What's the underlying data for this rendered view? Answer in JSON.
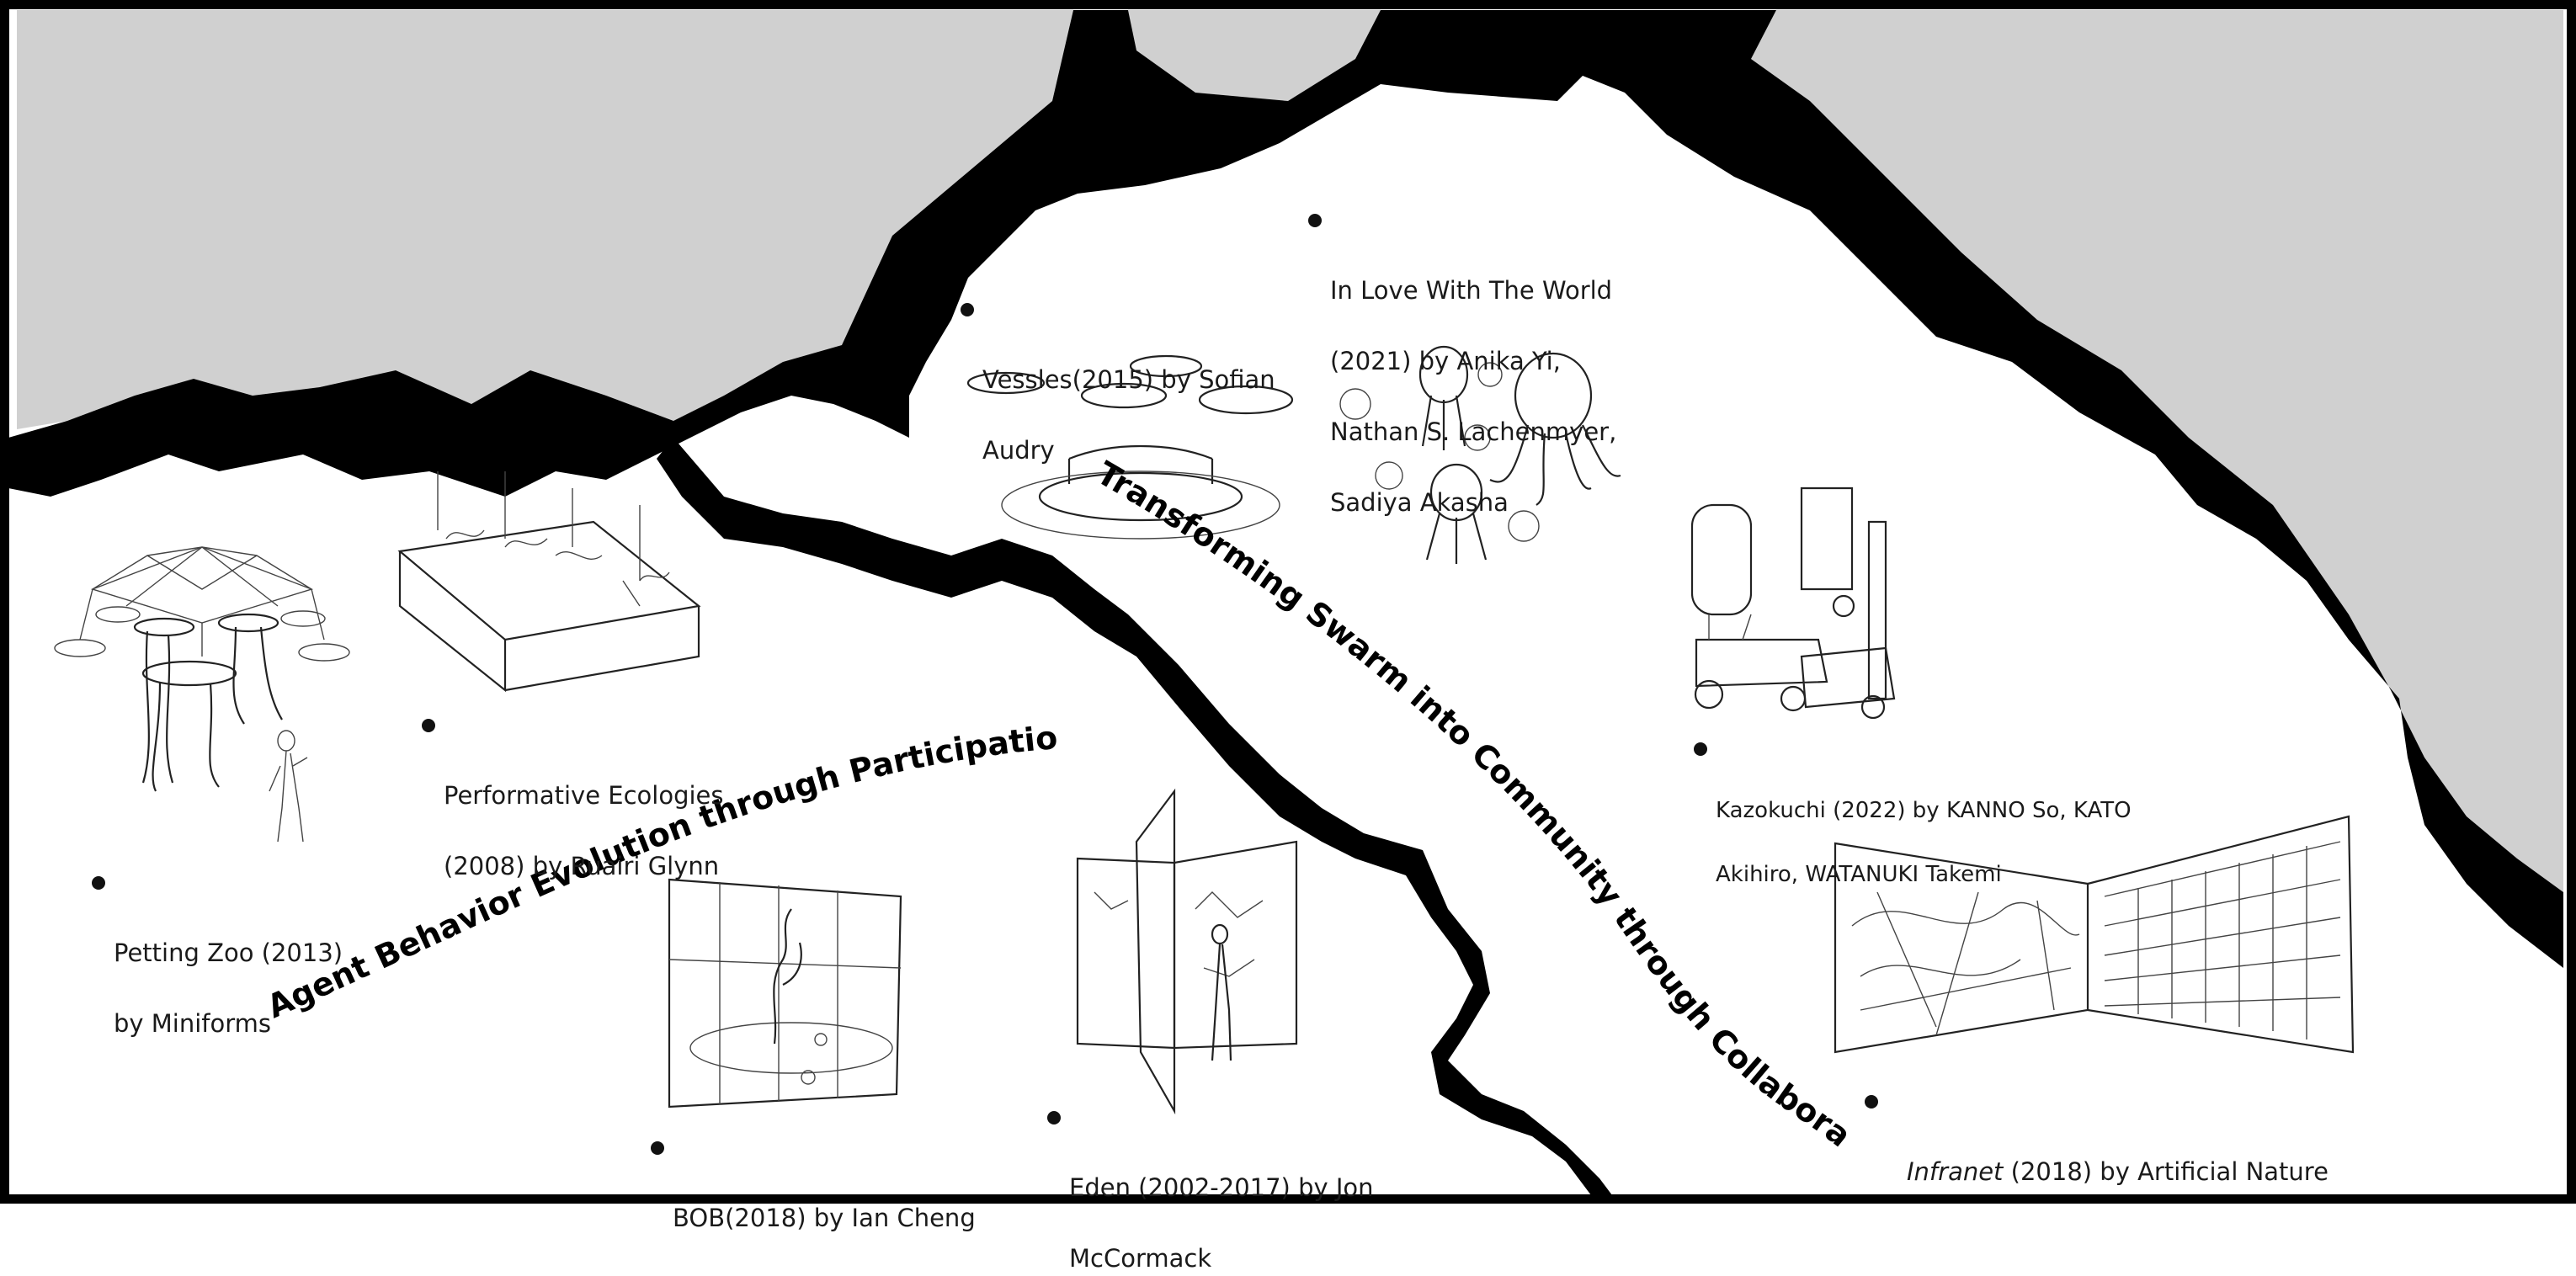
{
  "colors": {
    "background": "#ffffff",
    "sky": "#d0d0d0",
    "rift": "#000000",
    "ink": "#1a1a1a"
  },
  "paths": {
    "lower": "Agent Behavior Evolution through Participation",
    "upper": "Transforming  Swarm into Community through Collaborative"
  },
  "artworks": [
    {
      "id": "petting-zoo",
      "lines": [
        "Petting Zoo (2013)",
        "by Miniforms"
      ]
    },
    {
      "id": "performative-ecologies",
      "lines": [
        "Performative Ecologies",
        "(2008) by Ruairi Glynn"
      ]
    },
    {
      "id": "bob",
      "lines": [
        "BOB(2018) by Ian Cheng"
      ]
    },
    {
      "id": "eden",
      "lines": [
        "Eden (2002-2017) by Jon",
        "McCormack"
      ]
    },
    {
      "id": "vessels",
      "lines": [
        "Vessles(2015) by Sofian",
        "Audry"
      ]
    },
    {
      "id": "in-love",
      "lines": [
        "In Love With The World",
        "(2021) by Anika Yi,",
        "Nathan S. Lachenmyer,",
        "Sadiya Akasha"
      ]
    },
    {
      "id": "kazokuchi",
      "lines": [
        "Kazokuchi (2022) by KANNO So, KATO",
        "Akihiro, WATANUKI Takemi"
      ]
    },
    {
      "id": "infranet",
      "title_italic": "Infranet",
      "rest": " (2018) by Artificial Nature"
    }
  ]
}
